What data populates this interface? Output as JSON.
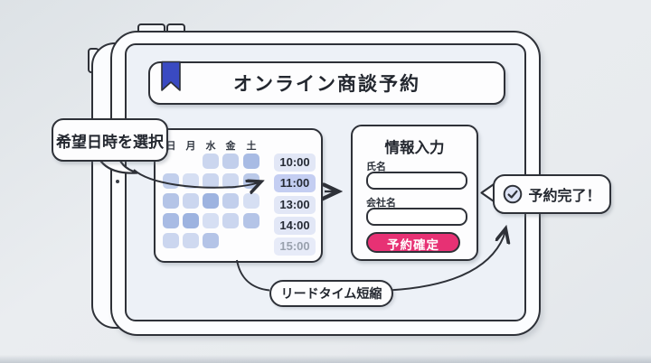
{
  "titlebar": {
    "title": "オンライン商談予約"
  },
  "callout_select": {
    "text": "希望日時を選択"
  },
  "calendar": {
    "days": [
      "日",
      "月",
      "水",
      "金",
      "土"
    ],
    "grid": [
      [
        null,
        null,
        "#cbd6ef",
        "#c2cfec",
        "#a8bbe4"
      ],
      [
        "#c2cfec",
        "#d6dff3",
        "#cbd6ef",
        "#cfd9f0",
        "#bac9e9"
      ],
      [
        "#b4c4e7",
        "#cbd6ef",
        "#9db3e0",
        "#c2cfec",
        "#d6dff3"
      ],
      [
        "#a8bbe4",
        "#9db3e0",
        "#d6dff3",
        "#cbd6ef",
        "#b4c4e7"
      ],
      [
        "#cbd6ef",
        "#cfd9f0",
        "#b4c4e7",
        null,
        null
      ]
    ],
    "time_slots": [
      {
        "label": "10:00",
        "state": "default"
      },
      {
        "label": "11:00",
        "state": "selected"
      },
      {
        "label": "13:00",
        "state": "default"
      },
      {
        "label": "14:00",
        "state": "default"
      },
      {
        "label": "15:00",
        "state": "muted"
      }
    ]
  },
  "form": {
    "title": "情報入力",
    "fields": [
      {
        "label": "氏名",
        "value": ""
      },
      {
        "label": "会社名",
        "value": ""
      }
    ],
    "submit_label": "予約確定"
  },
  "callout_done": {
    "text": "予約完了！",
    "icon": "check-circle"
  },
  "flow_label": {
    "text": "リードタイム短縮"
  },
  "colors": {
    "ink": "#2e3138",
    "bookmark_blue": "#3a4ac2",
    "submit_pink": "#e73174",
    "slot_selected": "#c4cef2",
    "slot_default": "#e2e7f6"
  }
}
